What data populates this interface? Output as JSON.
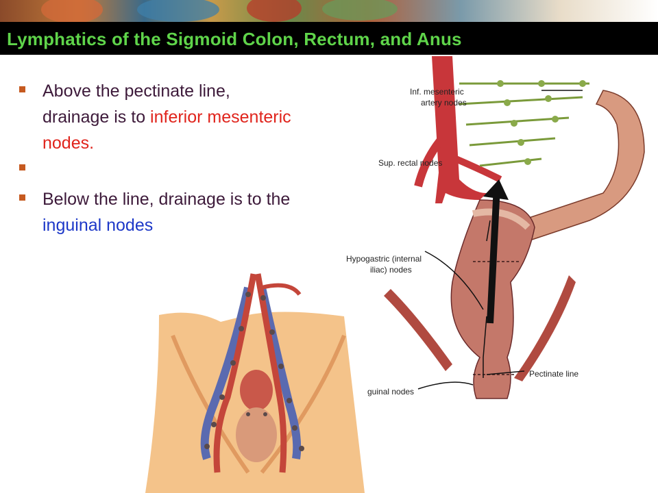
{
  "slide": {
    "title": "Lymphatics of the Sigmoid Colon, Rectum, and Anus"
  },
  "bullets": [
    {
      "text_before": "Above the pectinate line, drainage is to ",
      "highlight": "inferior mesenteric nodes.",
      "text_after": ""
    },
    {
      "text_before": "",
      "highlight": "",
      "text_after": ""
    },
    {
      "text_before": "Below the line, drainage is to the ",
      "highlight": "inguinal nodes",
      "text_after": ""
    }
  ],
  "figure": {
    "labels": {
      "inf_mesenteric_1": "Inf. mesenteric",
      "inf_mesenteric_2": "artery nodes",
      "sup_rectal": "Sup. rectal nodes",
      "hypogastric_1": "Hypogastric (internal",
      "hypogastric_2": "iliac) nodes",
      "pectinate": "Pectinate line",
      "inguinal": "guinal nodes"
    }
  },
  "colors": {
    "title_bg": "#000000",
    "title_text": "#5fd44a",
    "bullet_marker": "#c65a20",
    "body_text": "#3d1a3a",
    "highlight_red": "#e0241c",
    "highlight_blue": "#1d38c8"
  }
}
